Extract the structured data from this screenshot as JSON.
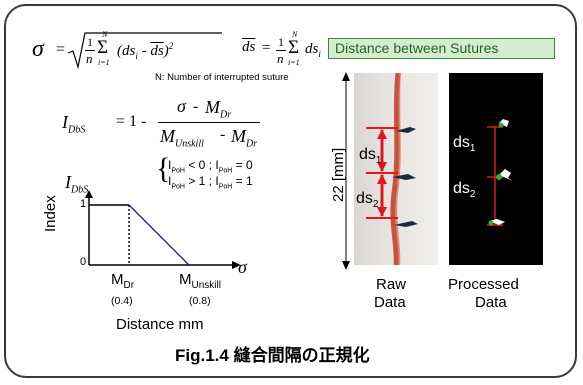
{
  "formula": {
    "sigma_lhs": "σ",
    "eq": "=",
    "frac_one": "1",
    "frac_n": "n",
    "sum_upper": "N",
    "sum_lower": "i=1",
    "sum_term": "(ds",
    "sum_term_i": "i",
    "sum_term_rest": " - ",
    "sum_term_close": ")",
    "square": "2",
    "ds_bar": "ds",
    "ds_bar_eq": "=",
    "ds_term": "ds",
    "ds_term_i": "i",
    "note": "N: Number of interrupted suture"
  },
  "index_formula": {
    "lhs": "I",
    "lhs_sub": "DbS",
    "eq": "= 1 -",
    "num_sigma": "σ",
    "num_minus": "-",
    "num_m": "M",
    "num_m_sub": "Dr",
    "den_m1": "M",
    "den_m1_sub": "Unskill",
    "den_minus": "-",
    "den_m2": "M",
    "den_m2_sub": "Dr"
  },
  "conditions": [
    {
      "a": "I",
      "a_sub": "PoH",
      "rel": "< 0 ; I",
      "b_sub": "PoH",
      "val": "= 0"
    },
    {
      "a": "I",
      "a_sub": "PoH",
      "rel": "> 1 ; I",
      "b_sub": "PoH",
      "val": "= 1"
    }
  ],
  "graph": {
    "ylabel_italic": "I",
    "ylabel_sub": "DbS",
    "ylabel": "Index",
    "tick_1": "1",
    "tick_0": "0",
    "x_arrow_label": "σ",
    "m_dr": "M",
    "m_dr_sub": "Dr",
    "m_dr_val": "(0.4)",
    "m_unskill": "M",
    "m_unskill_sub": "Unskill",
    "m_unskill_val": "(0.8)",
    "xlabel": "Distance mm"
  },
  "panel": {
    "title": "Distance between Sutures",
    "scale_label": "22 [mm]",
    "ds1": "ds",
    "ds1_sub": "1",
    "ds2": "ds",
    "ds2_sub": "2",
    "p_ds1": "ds",
    "p_ds1_sub": "1",
    "p_ds2": "ds",
    "p_ds2_sub": "2",
    "raw_line1": "Raw",
    "raw_line2": "Data",
    "proc_line1": "Processed",
    "proc_line2": "Data"
  },
  "caption": "Fig.1.4 縫合間隔の正規化"
}
